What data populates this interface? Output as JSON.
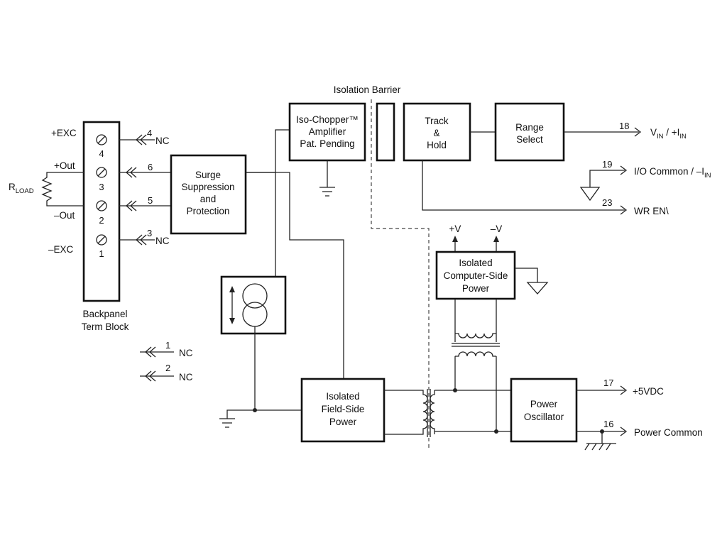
{
  "labels": {
    "isolation_barrier": "Isolation Barrier",
    "backpanel_line1": "Backpanel",
    "backpanel_line2": "Term Block",
    "rload_main": "R",
    "rload_sub": "LOAD"
  },
  "terminal_block": {
    "terminals": [
      {
        "number": "4",
        "side_label": "+EXC",
        "pin": "4",
        "pin_label": "NC"
      },
      {
        "number": "3",
        "side_label": "+Out",
        "pin": "6",
        "pin_label": ""
      },
      {
        "number": "2",
        "side_label": "–Out",
        "pin": "5",
        "pin_label": ""
      },
      {
        "number": "1",
        "side_label": "–EXC",
        "pin": "3",
        "pin_label": "NC"
      }
    ]
  },
  "extra_pins": [
    {
      "pin": "1",
      "label": "NC"
    },
    {
      "pin": "2",
      "label": "NC"
    }
  ],
  "blocks": {
    "surge": [
      "Surge",
      "Suppression",
      "and",
      "Protection"
    ],
    "iso_chopper": [
      "Iso-Chopper™",
      "Amplifier",
      "Pat. Pending"
    ],
    "track_hold": [
      "Track",
      "&",
      "Hold"
    ],
    "range_select": [
      "Range",
      "Select"
    ],
    "computer_power": [
      "Isolated",
      "Computer-Side",
      "Power"
    ],
    "field_power": [
      "Isolated",
      "Field-Side",
      "Power"
    ],
    "oscillator": [
      "Power",
      "Oscillator"
    ]
  },
  "rails": {
    "plus_v": "+V",
    "minus_v": "–V"
  },
  "outputs": [
    {
      "pin": "18",
      "label_main": "V",
      "label_sub1": "IN",
      "label_mid": " / +I",
      "label_sub2": "IN"
    },
    {
      "pin": "19",
      "label_main": "I/O Common / –I",
      "label_sub1": "IN"
    },
    {
      "pin": "23",
      "label_main": "WR EN\\"
    },
    {
      "pin": "17",
      "label_main": "+5VDC"
    },
    {
      "pin": "16",
      "label_main": "Power Common"
    }
  ]
}
